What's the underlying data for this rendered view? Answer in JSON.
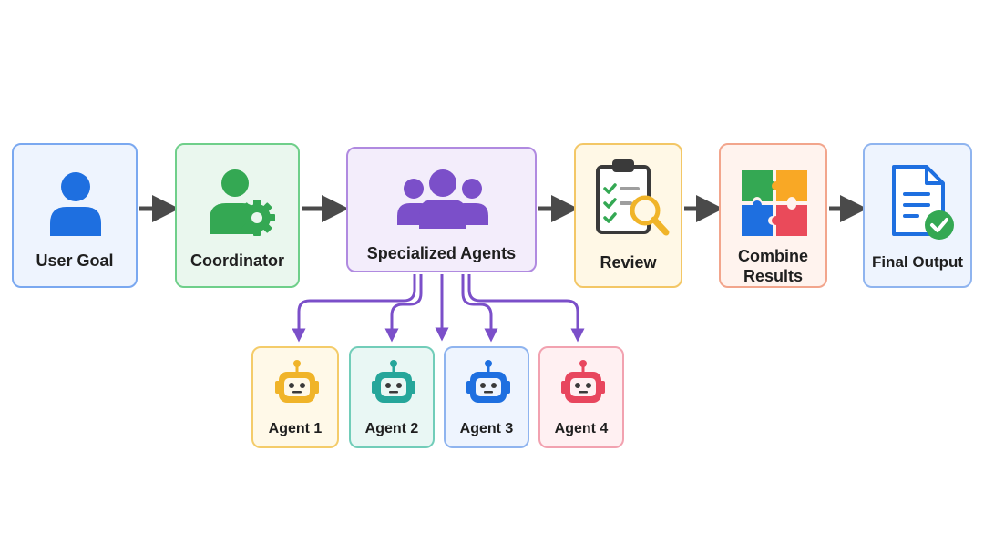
{
  "colors": {
    "arrow": "#4a4a4a",
    "branch": "#7b4fc9",
    "user_goal": "#1e6fe0",
    "coordinator": "#34a853",
    "specialized": "#7b4fc9",
    "review": "#f0b429",
    "combine": [
      "#34a853",
      "#f9a825",
      "#1e6fe0",
      "#ea4a5a"
    ],
    "final": "#1e6fe0",
    "agents": [
      "#f0b429",
      "#26a69a",
      "#1e6fe0",
      "#e8465e"
    ]
  },
  "flow": {
    "user_goal": {
      "label": "User Goal",
      "icon": "user-icon"
    },
    "coordinator": {
      "label": "Coordinator",
      "icon": "user-gear-icon"
    },
    "specialized": {
      "label": "Specialized Agents",
      "icon": "group-icon"
    },
    "review": {
      "label": "Review",
      "icon": "clipboard-magnifier-icon"
    },
    "combine": {
      "label_line1": "Combine",
      "label_line2": "Results",
      "icon": "puzzle-icon"
    },
    "final": {
      "label": "Final Output",
      "icon": "document-check-icon"
    }
  },
  "agents": [
    {
      "label": "Agent 1",
      "icon": "robot-icon"
    },
    {
      "label": "Agent 2",
      "icon": "robot-icon"
    },
    {
      "label": "Agent 3",
      "icon": "robot-icon"
    },
    {
      "label": "Agent 4",
      "icon": "robot-icon"
    }
  ]
}
